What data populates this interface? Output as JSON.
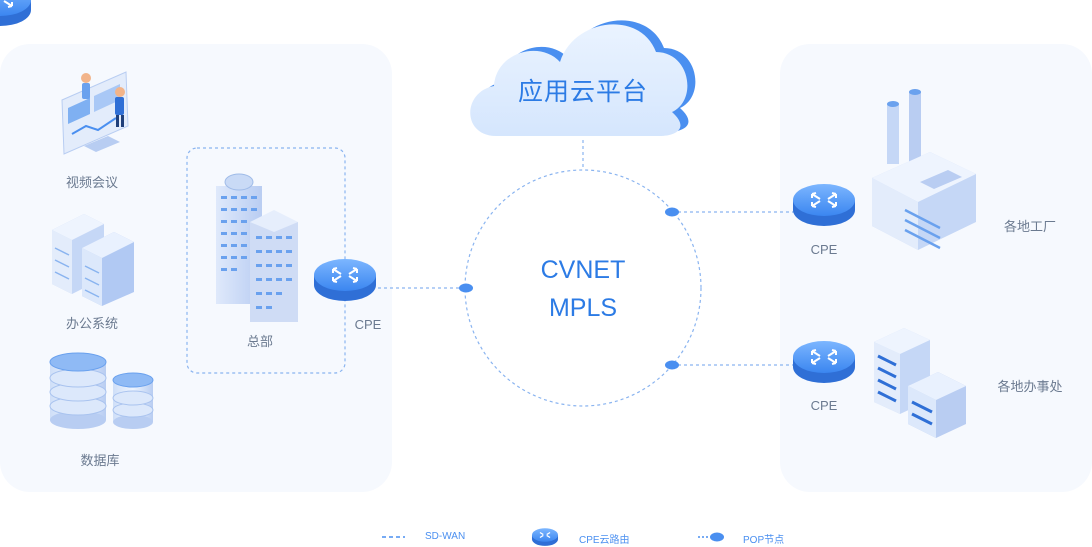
{
  "cloud": {
    "label": "应用云平台"
  },
  "core": {
    "line1": "CVNET",
    "line2": "MPLS"
  },
  "left": {
    "items": [
      {
        "label": "视频会议",
        "icon": "video-conference-icon"
      },
      {
        "label": "办公系统",
        "icon": "office-server-icon"
      },
      {
        "label": "数据库",
        "icon": "database-icon"
      }
    ],
    "hq": {
      "label": "总部",
      "cpe_label": "CPE"
    }
  },
  "right": {
    "sites": [
      {
        "label": "各地工厂",
        "cpe_label": "CPE",
        "icon": "factory-icon"
      },
      {
        "label": "各地办事处",
        "cpe_label": "CPE",
        "icon": "office-building-icon"
      }
    ]
  },
  "legend": {
    "sdwan": "SD-WAN",
    "cpe": "CPE云路由",
    "pop": "POP节点"
  },
  "colors": {
    "accent": "#2c7be5",
    "label": "#6b7a90",
    "panel": "#f6f9fe",
    "dash": "#8ab4f0"
  }
}
